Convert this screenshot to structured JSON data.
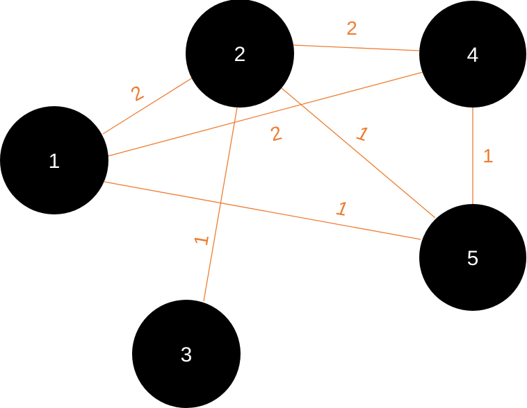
{
  "colors": {
    "node_fill": "#000000",
    "node_text": "#ffffff",
    "edge": "#ED7D31",
    "background": "#ffffff"
  },
  "nodes": [
    {
      "id": "1",
      "label": "1"
    },
    {
      "id": "2",
      "label": "2"
    },
    {
      "id": "3",
      "label": "3"
    },
    {
      "id": "4",
      "label": "4"
    },
    {
      "id": "5",
      "label": "5"
    }
  ],
  "edges": [
    {
      "from": "1",
      "to": "2",
      "weight": "2"
    },
    {
      "from": "2",
      "to": "4",
      "weight": "2"
    },
    {
      "from": "1",
      "to": "4",
      "weight": "2"
    },
    {
      "from": "2",
      "to": "5",
      "weight": "1"
    },
    {
      "from": "4",
      "to": "5",
      "weight": "1"
    },
    {
      "from": "1",
      "to": "5",
      "weight": "1"
    },
    {
      "from": "2",
      "to": "3",
      "weight": "1"
    }
  ]
}
